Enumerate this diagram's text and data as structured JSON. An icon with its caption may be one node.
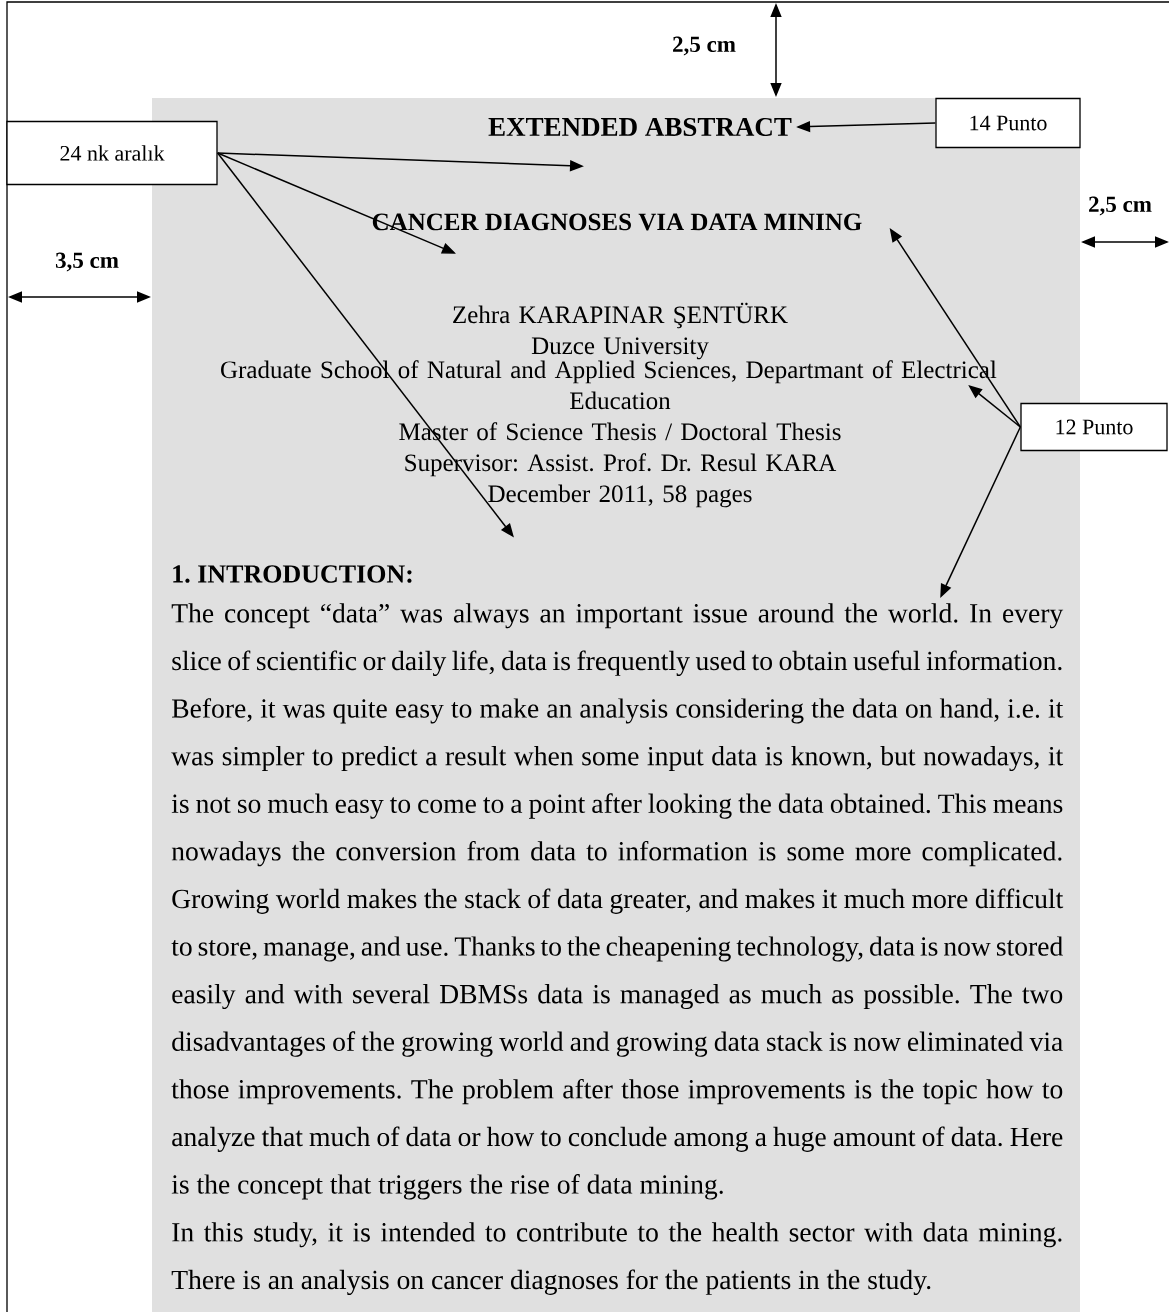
{
  "diagram": {
    "nodes": [
      {
        "text": [
          "24 nk aralık"
        ]
      },
      {
        "text": [
          "EXTENDED ABSTRACT"
        ]
      },
      {
        "text": [
          "14 Punto"
        ]
      },
      {
        "text": [
          "CANCER DIAGNOSES VIA DATA MINING"
        ]
      },
      {
        "text": [
          "Zehra KARAPINAR ŞENTÜRK",
          "Duzce University",
          "Graduate School of Natural and Applied Sciences, Departmant of Electrical Education",
          "Master of Science Thesis / Doctoral Thesis",
          "Supervisor: Assist. Prof. Dr. Resul KARA",
          "December 2011, 58 pages"
        ]
      },
      {
        "text": [
          "12 Punto"
        ]
      },
      {
        "text": [
          "The concept “data” was always an important issue around the world. In every slice of scientific or daily life, data is frequently used to obtain useful information. Before, it was quite easy to make an analysis considering the data on hand, i.e. it was simpler to predict a result when some input data is known, but nowadays, it is not so much easy to come to a point after looking the data obtained. This means nowadays the conversion from data to information is some more complicated. Growing world makes the stack of data greater, and makes it much more difficult to store, manage, and use. Thanks to the cheapening technology, data is now stored easily and with several DBMSs data is managed as much as possible. The two disadvantages of the growing world and growing data stack is now eliminated via those improvements. The problem after those improvements is the topic how to analyze that much of data or how to conclude among a huge amount of data. Here is the concept that triggers the rise of data mining."
        ]
      }
    ],
    "edges": [
      {
        "from": 0,
        "to": 1,
        "arrow": "to"
      },
      {
        "from": 0,
        "to": 3,
        "arrow": "to"
      },
      {
        "from": 0,
        "to": 4,
        "arrow": "to"
      },
      {
        "from": 2,
        "to": 1,
        "arrow": "to"
      },
      {
        "from": 5,
        "to": 3,
        "arrow": "to"
      },
      {
        "from": 5,
        "to": 4,
        "arrow": "to"
      },
      {
        "from": 5,
        "to": 6,
        "arrow": "to"
      }
    ],
    "labels": [
      "2,5 cm",
      "2,5 cm",
      "3,5 cm",
      "1. INTRODUCTION:",
      "In this study, it is intended to contribute to the health sector with data mining. There is an analysis on cancer diagnoses for the patients in the study."
    ]
  }
}
